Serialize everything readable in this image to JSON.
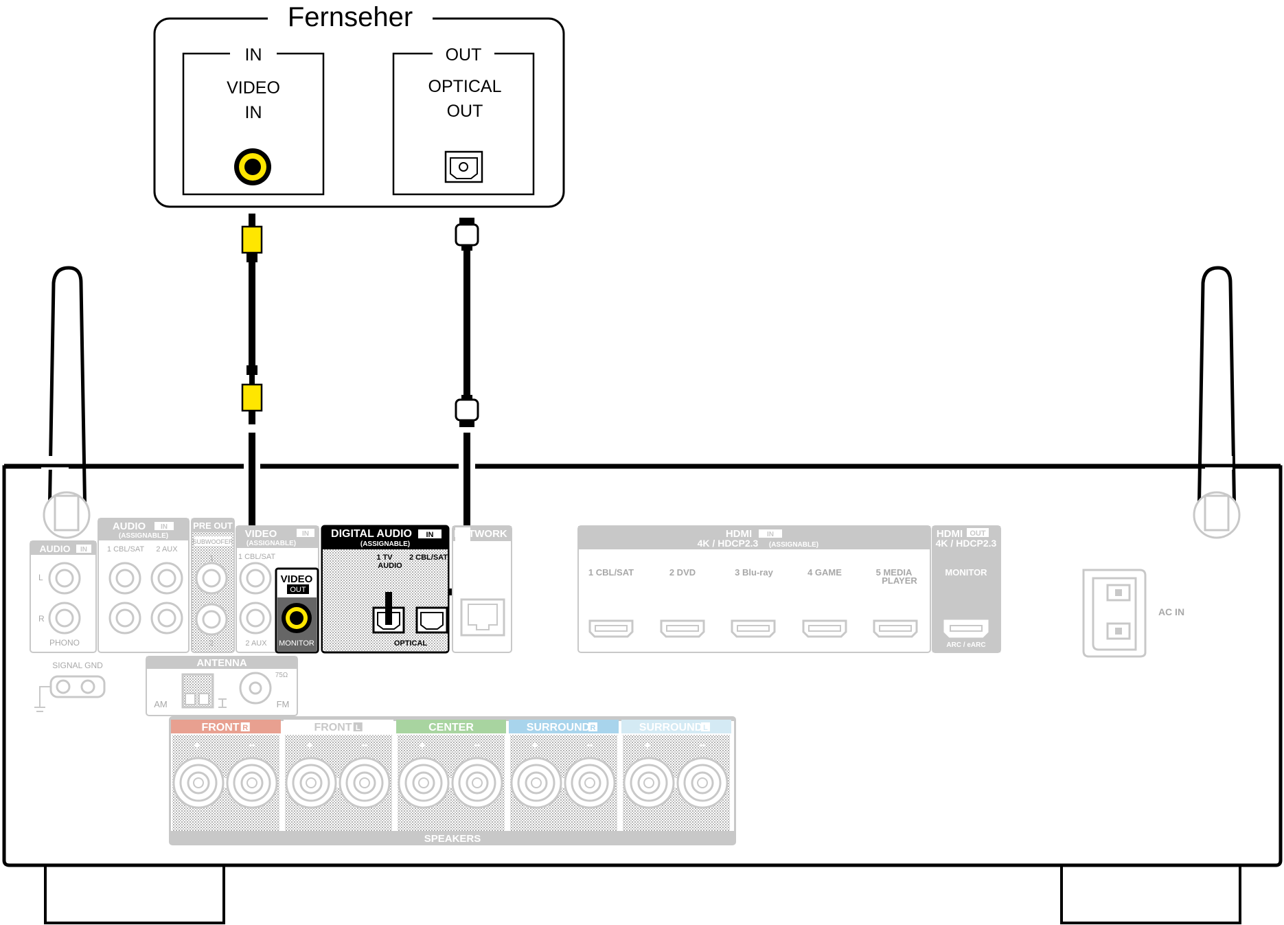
{
  "tv": {
    "title": "Fernseher",
    "in_group": "IN",
    "in_label_1": "VIDEO",
    "in_label_2": "IN",
    "out_group": "OUT",
    "out_label_1": "OPTICAL",
    "out_label_2": "OUT"
  },
  "receiver": {
    "audio_in_phono_header": "AUDIO",
    "in_tag": "IN",
    "out_tag": "OUT",
    "phono": "PHONO",
    "L": "L",
    "R": "R",
    "signal_gnd": "SIGNAL GND",
    "audio_in_header": "AUDIO",
    "assignable": "(ASSIGNABLE)",
    "cbl_sat_1": "1 CBL/SAT",
    "aux_2": "2  AUX",
    "pre_out": "PRE OUT",
    "subwoofer": "SUBWOOFER",
    "sub_1": "1",
    "sub_2": "2",
    "video_in_header": "VIDEO",
    "video_assignable": "(ASSIGNABLE)",
    "video_cbl_sat": "1 CBL/SAT",
    "video_aux": "2  AUX",
    "video_out": "VIDEO",
    "monitor": "MONITOR",
    "digital_audio": "DIGITAL AUDIO",
    "digital_assignable": "(ASSIGNABLE)",
    "opt_1": "1   TV",
    "opt_1b": "AUDIO",
    "opt_2": "2 CBL/SAT",
    "optical": "OPTICAL",
    "network": "NETWORK",
    "hdmi_in": "HDMI",
    "hdmi_spec": "4K / HDCP2.3",
    "hdmi_spec_assign": "(ASSIGNABLE)",
    "hdmi_inputs": [
      "1  CBL/SAT",
      "2  DVD",
      "3  Blu-ray",
      "4  GAME",
      "5  MEDIA"
    ],
    "hdmi_player": "PLAYER",
    "hdmi_out": "HDMI",
    "hdmi_out_spec": "4K / HDCP2.3",
    "hdmi_monitor": "MONITOR",
    "arc": "ARC / eARC",
    "ac_in": "AC IN",
    "antenna": "ANTENNA",
    "am": "AM",
    "fm": "FM",
    "ohm": "75Ω",
    "speakers": "SPEAKERS",
    "speaker_groups": [
      "FRONT",
      "FRONT",
      "CENTER",
      "SURROUND",
      "SURROUND"
    ],
    "speaker_tags": [
      "R",
      "L",
      "",
      "R",
      "L"
    ],
    "plus": "+",
    "minus": "−"
  },
  "colors": {
    "front_r": "#e8a090",
    "front_l": "#ffffff",
    "center": "#a8d4a0",
    "surround_r": "#a8d4ec",
    "surround_l": "#d4eaf4",
    "rca_yellow": "#ffe600",
    "line": "#000000",
    "faded": "#bdbdbd"
  }
}
